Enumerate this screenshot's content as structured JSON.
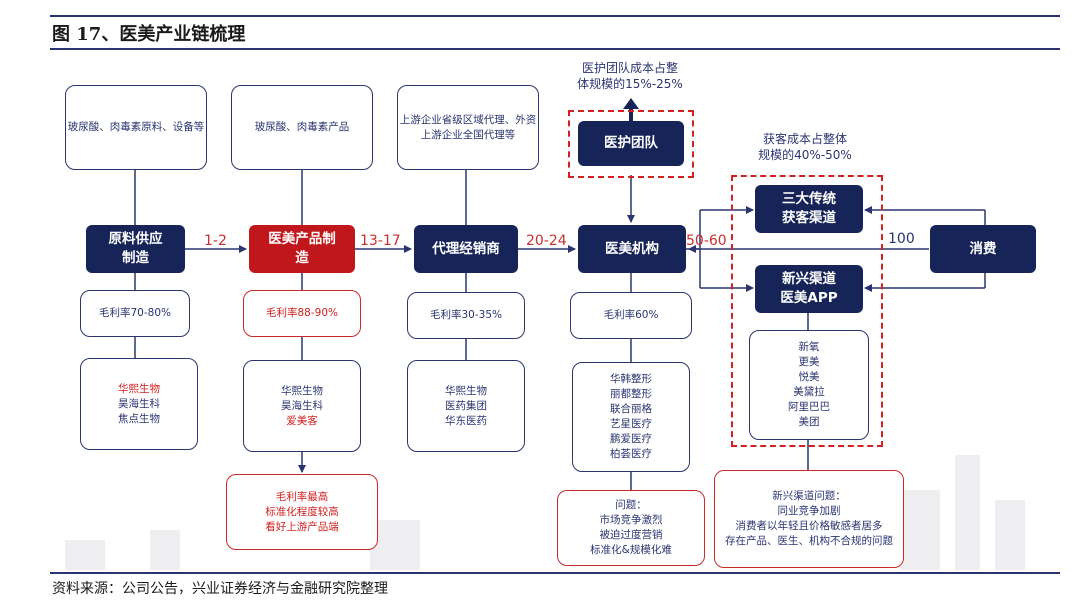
{
  "title": "图 17、医美产业链梳理",
  "source": "资料来源：公司公告，兴业证券经济与金融研究院整理",
  "colors": {
    "navy": "#172457",
    "red": "#c0171d",
    "dash": "#d42020",
    "edge": "#2a3570"
  },
  "top_boxes": {
    "raw": "玻尿酸、肉毒素原料、设备等",
    "product": "玻尿酸、肉毒素产品",
    "agent": "上游企业省级区域代理、外资上游企业全国代理等"
  },
  "nodes": {
    "raw": "原料供应\n制造",
    "product": "医美产品制\n造",
    "agent": "代理经销商",
    "inst": "医美机构",
    "team": "医护团队",
    "trad": "三大传统\n获客渠道",
    "new": "新兴渠道\n医美APP",
    "consume": "消费"
  },
  "edge_labels": {
    "raw_product": "1-2",
    "product_agent": "13-17",
    "agent_inst": "20-24",
    "inst_channels": "50-60",
    "consume": "100"
  },
  "notes": {
    "team_cost": "医护团队成本占整\n体规模的15%-25%",
    "acq_cost": "获客成本占整体\n规模的40%-50%"
  },
  "margins": {
    "raw": "毛利率70-80%",
    "product": "毛利率88-90%",
    "agent": "毛利率30-35%",
    "inst": "毛利率60%"
  },
  "companies": {
    "raw": [
      "华熙生物",
      "昊海生科",
      "焦点生物"
    ],
    "product": [
      "华熙生物",
      "昊海生科",
      "爱美客"
    ],
    "agent": [
      "华熙生物",
      "医药集团",
      "华东医药"
    ],
    "inst": [
      "华韩整形",
      "丽都整形",
      "联合丽格",
      "艺星医疗",
      "鹏爱医疗",
      "柏荟医疗"
    ],
    "apps": [
      "新氧",
      "更美",
      "悦美",
      "美黛拉",
      "阿里巴巴",
      "美团"
    ]
  },
  "issues": {
    "product": "毛利率最高\n标准化程度较高\n看好上游产品端",
    "inst": "问题：\n市场竞争激烈\n被迫过度营销\n标准化&规模化难",
    "new_channel": "新兴渠道问题：\n同业竞争加剧\n消费者以年轻且价格敏感者居多\n存在产品、医生、机构不合规的问题"
  }
}
